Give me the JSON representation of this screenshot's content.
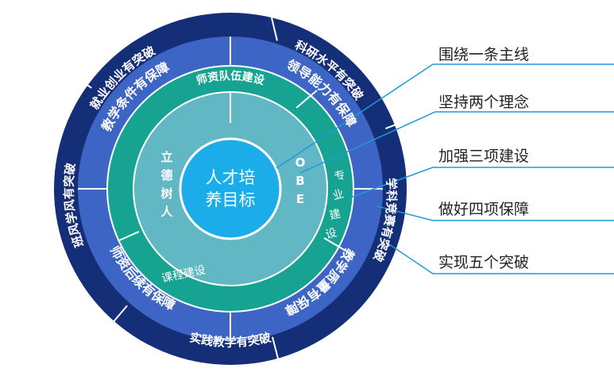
{
  "center": {
    "line1": "人才培",
    "line2": "养目标"
  },
  "inner_ring": {
    "left": [
      "立",
      "德",
      "树",
      "人"
    ],
    "right": [
      "O",
      "B",
      "E"
    ]
  },
  "second_ring": {
    "top": "师资队伍建设",
    "right": [
      "专",
      "业",
      "建",
      "设"
    ],
    "bottom": "课程建设"
  },
  "third_ring": {
    "top_left": "教学条件有保障",
    "top_right": "领导能力有保障",
    "bottom_right": "教学质量有保障",
    "bottom_left": "师资后续有保障"
  },
  "outer_ring": {
    "top_left": "就业创业有突破",
    "top_right": "科研水平有突破",
    "right": "学科竞赛有突破",
    "bottom": "实践教学有突破",
    "left": "班风学风有突破"
  },
  "legend": [
    "围绕一条主线",
    "坚持两个理念",
    "加强三项建设",
    "做好四项保障",
    "实现五个突破"
  ],
  "colors": {
    "outer": "#142e78",
    "third": "#3d65c6",
    "second": "#16a391",
    "inner": "#62b7c4",
    "center": "#1badea",
    "legend_line": "#1e9ad8"
  }
}
